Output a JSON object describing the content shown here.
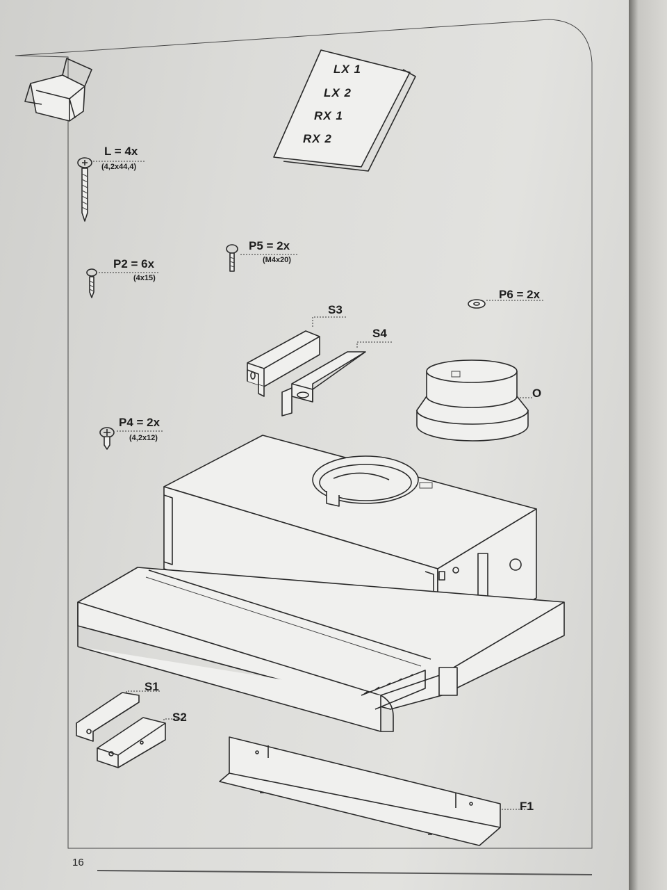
{
  "docs": [
    "LX 1",
    "LX 2",
    "RX 1",
    "RX 2"
  ],
  "parts": {
    "L": {
      "label": "L = 4x",
      "size": "(4,2x44,4)"
    },
    "P2": {
      "label": "P2 = 6x",
      "size": "(4x15)"
    },
    "P5": {
      "label": "P5 = 2x",
      "size": "(M4x20)"
    },
    "P6": {
      "label": "P6 = 2x"
    },
    "P4": {
      "label": "P4 = 2x",
      "size": "(4,2x12)"
    },
    "S1": "S1",
    "S2": "S2",
    "S3": "S3",
    "S4": "S4",
    "O": "O",
    "F1": "F1"
  },
  "page_number": "16"
}
